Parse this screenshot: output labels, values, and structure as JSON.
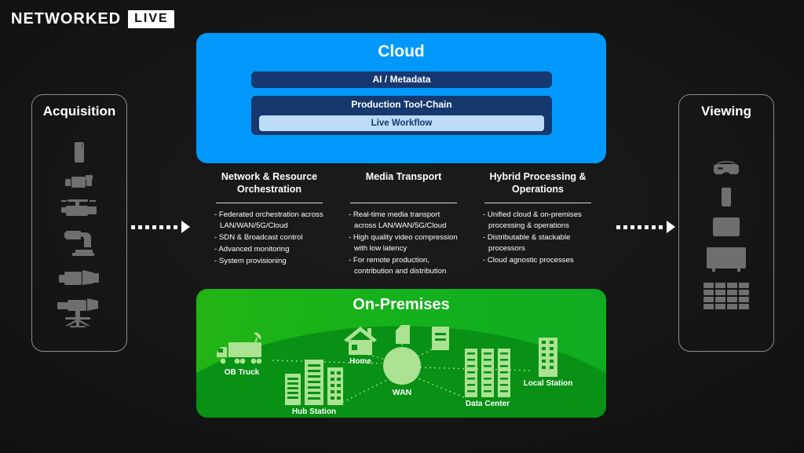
{
  "logo": {
    "brand": "NETWORKED",
    "badge": "LIVE"
  },
  "acquisition": {
    "title": "Acquisition",
    "icons": [
      "smartphone-icon",
      "compact-camcorder-icon",
      "pro-camcorder-icon",
      "ptz-camera-icon",
      "cinema-camera-icon",
      "studio-camera-icon"
    ]
  },
  "viewing": {
    "title": "Viewing",
    "icons": [
      "vr-headset-icon",
      "smartphone-icon",
      "tablet-icon",
      "tv-icon",
      "video-wall-icon"
    ]
  },
  "cloud": {
    "title": "Cloud",
    "ai_bar": "AI / Metadata",
    "toolchain_title": "Production Tool-Chain",
    "toolchain_inner": "Live Workflow"
  },
  "feature_boxes": [
    {
      "title": "Network & Resource Orchestration",
      "bullets": [
        "Federated orchestration across LAN/WAN/5G/Cloud",
        "SDN & Broadcast control",
        "Advanced monitoring",
        "System provisioning"
      ]
    },
    {
      "title": "Media Transport",
      "bullets": [
        "Real-time media transport across LAN/WAN/5G/Cloud",
        "High quality video compression with low latency",
        "For remote production, contribution and distribution"
      ]
    },
    {
      "title": "Hybrid Processing & Operations",
      "bullets": [
        "Unified cloud & on-premises processing & operations",
        "Distributable & stackable processors",
        "Cloud agnostic processes"
      ]
    }
  ],
  "on_premises": {
    "title": "On-Premises",
    "nodes": [
      {
        "label": "OB Truck",
        "icon": "ob-truck-icon"
      },
      {
        "label": "Hub Station",
        "icon": "hub-station-icon"
      },
      {
        "label": "Home",
        "icon": "home-icon"
      },
      {
        "label": "WAN",
        "icon": "wan-circle"
      },
      {
        "label": "Data Center",
        "icon": "data-center-icon"
      },
      {
        "label": "Local Station",
        "icon": "local-station-icon"
      }
    ],
    "extra_icons": [
      "file-icon",
      "document-icon"
    ]
  },
  "colors": {
    "cloud_blue": "#0099fb",
    "navy": "#16386f",
    "light_blue": "#bcdcf7",
    "green": "#12b11d",
    "hill_green": "#089114",
    "pale_green": "#abe293",
    "icon_gray": "#6f6f6f",
    "panel_border": "#8d8d8d",
    "arrow_white": "#ffffff",
    "background": "#141414"
  }
}
